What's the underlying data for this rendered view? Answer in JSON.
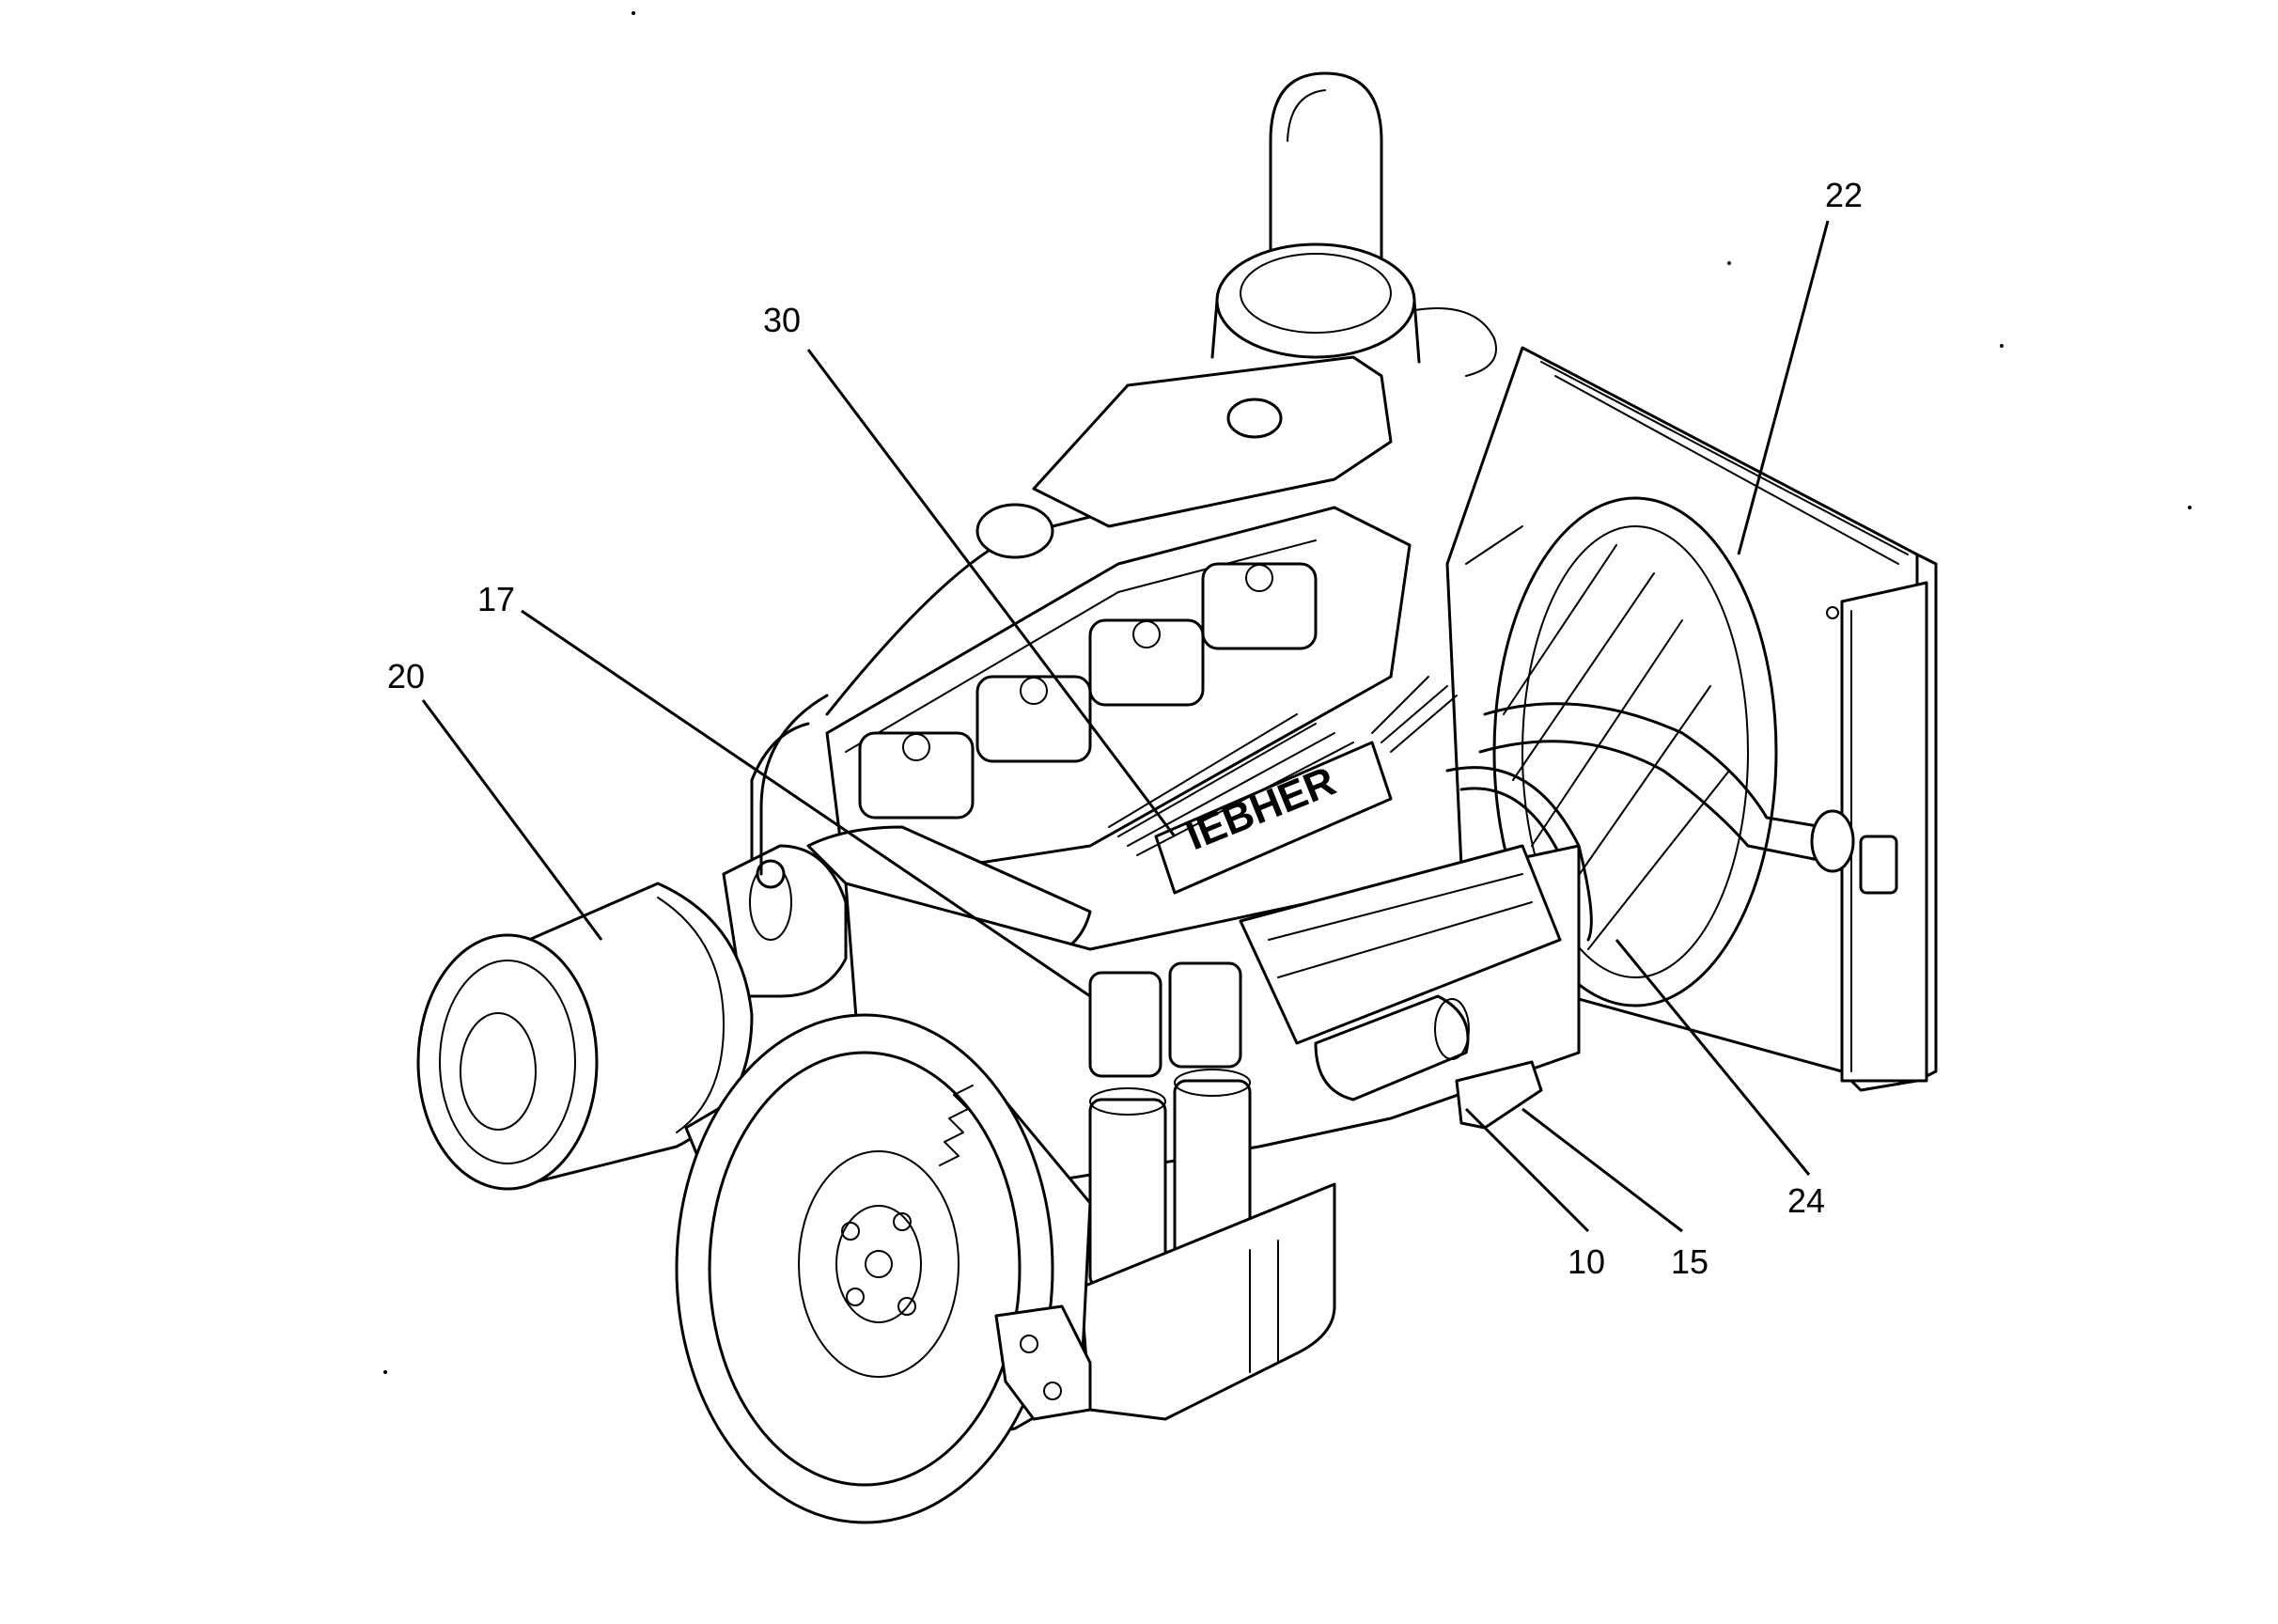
{
  "diagram": {
    "callouts": [
      {
        "id": "c30",
        "label": "30"
      },
      {
        "id": "c22",
        "label": "22"
      },
      {
        "id": "c17",
        "label": "17"
      },
      {
        "id": "c20",
        "label": "20"
      },
      {
        "id": "c24",
        "label": "24"
      },
      {
        "id": "c10",
        "label": "10"
      },
      {
        "id": "c15",
        "label": "15"
      }
    ],
    "engine_brand_text": "IEBHER"
  }
}
